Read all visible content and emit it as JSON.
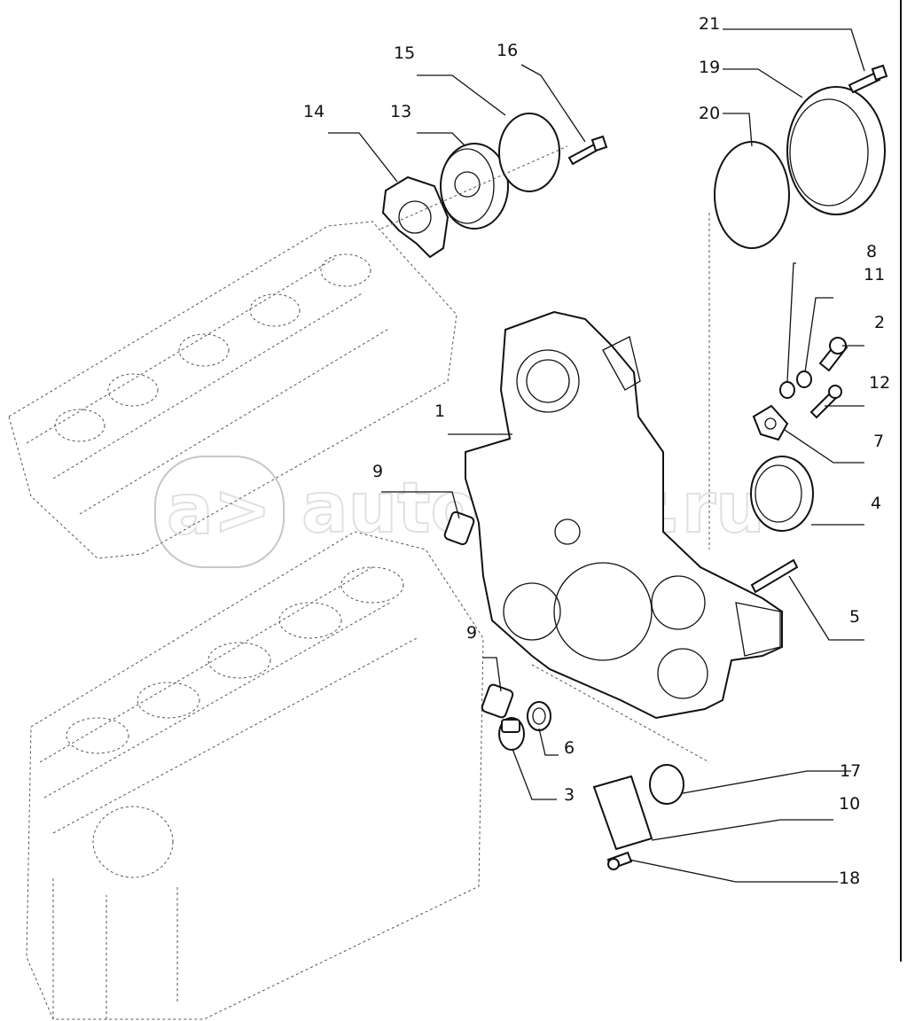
{
  "watermark": {
    "text": "autopiter.ru",
    "logo_mark": "a>"
  },
  "callouts": [
    {
      "id": "c21",
      "label": "21"
    },
    {
      "id": "c19",
      "label": "19"
    },
    {
      "id": "c20",
      "label": "20"
    },
    {
      "id": "c15",
      "label": "15"
    },
    {
      "id": "c16",
      "label": "16"
    },
    {
      "id": "c14",
      "label": "14"
    },
    {
      "id": "c13",
      "label": "13"
    },
    {
      "id": "c8",
      "label": "8"
    },
    {
      "id": "c11",
      "label": "11"
    },
    {
      "id": "c2",
      "label": "2"
    },
    {
      "id": "c12",
      "label": "12"
    },
    {
      "id": "c1",
      "label": "1"
    },
    {
      "id": "c7",
      "label": "7"
    },
    {
      "id": "c9a",
      "label": "9"
    },
    {
      "id": "c4",
      "label": "4"
    },
    {
      "id": "c5",
      "label": "5"
    },
    {
      "id": "c9b",
      "label": "9"
    },
    {
      "id": "c6",
      "label": "6"
    },
    {
      "id": "c17",
      "label": "17"
    },
    {
      "id": "c3",
      "label": "3"
    },
    {
      "id": "c10",
      "label": "10"
    },
    {
      "id": "c18",
      "label": "18"
    }
  ]
}
